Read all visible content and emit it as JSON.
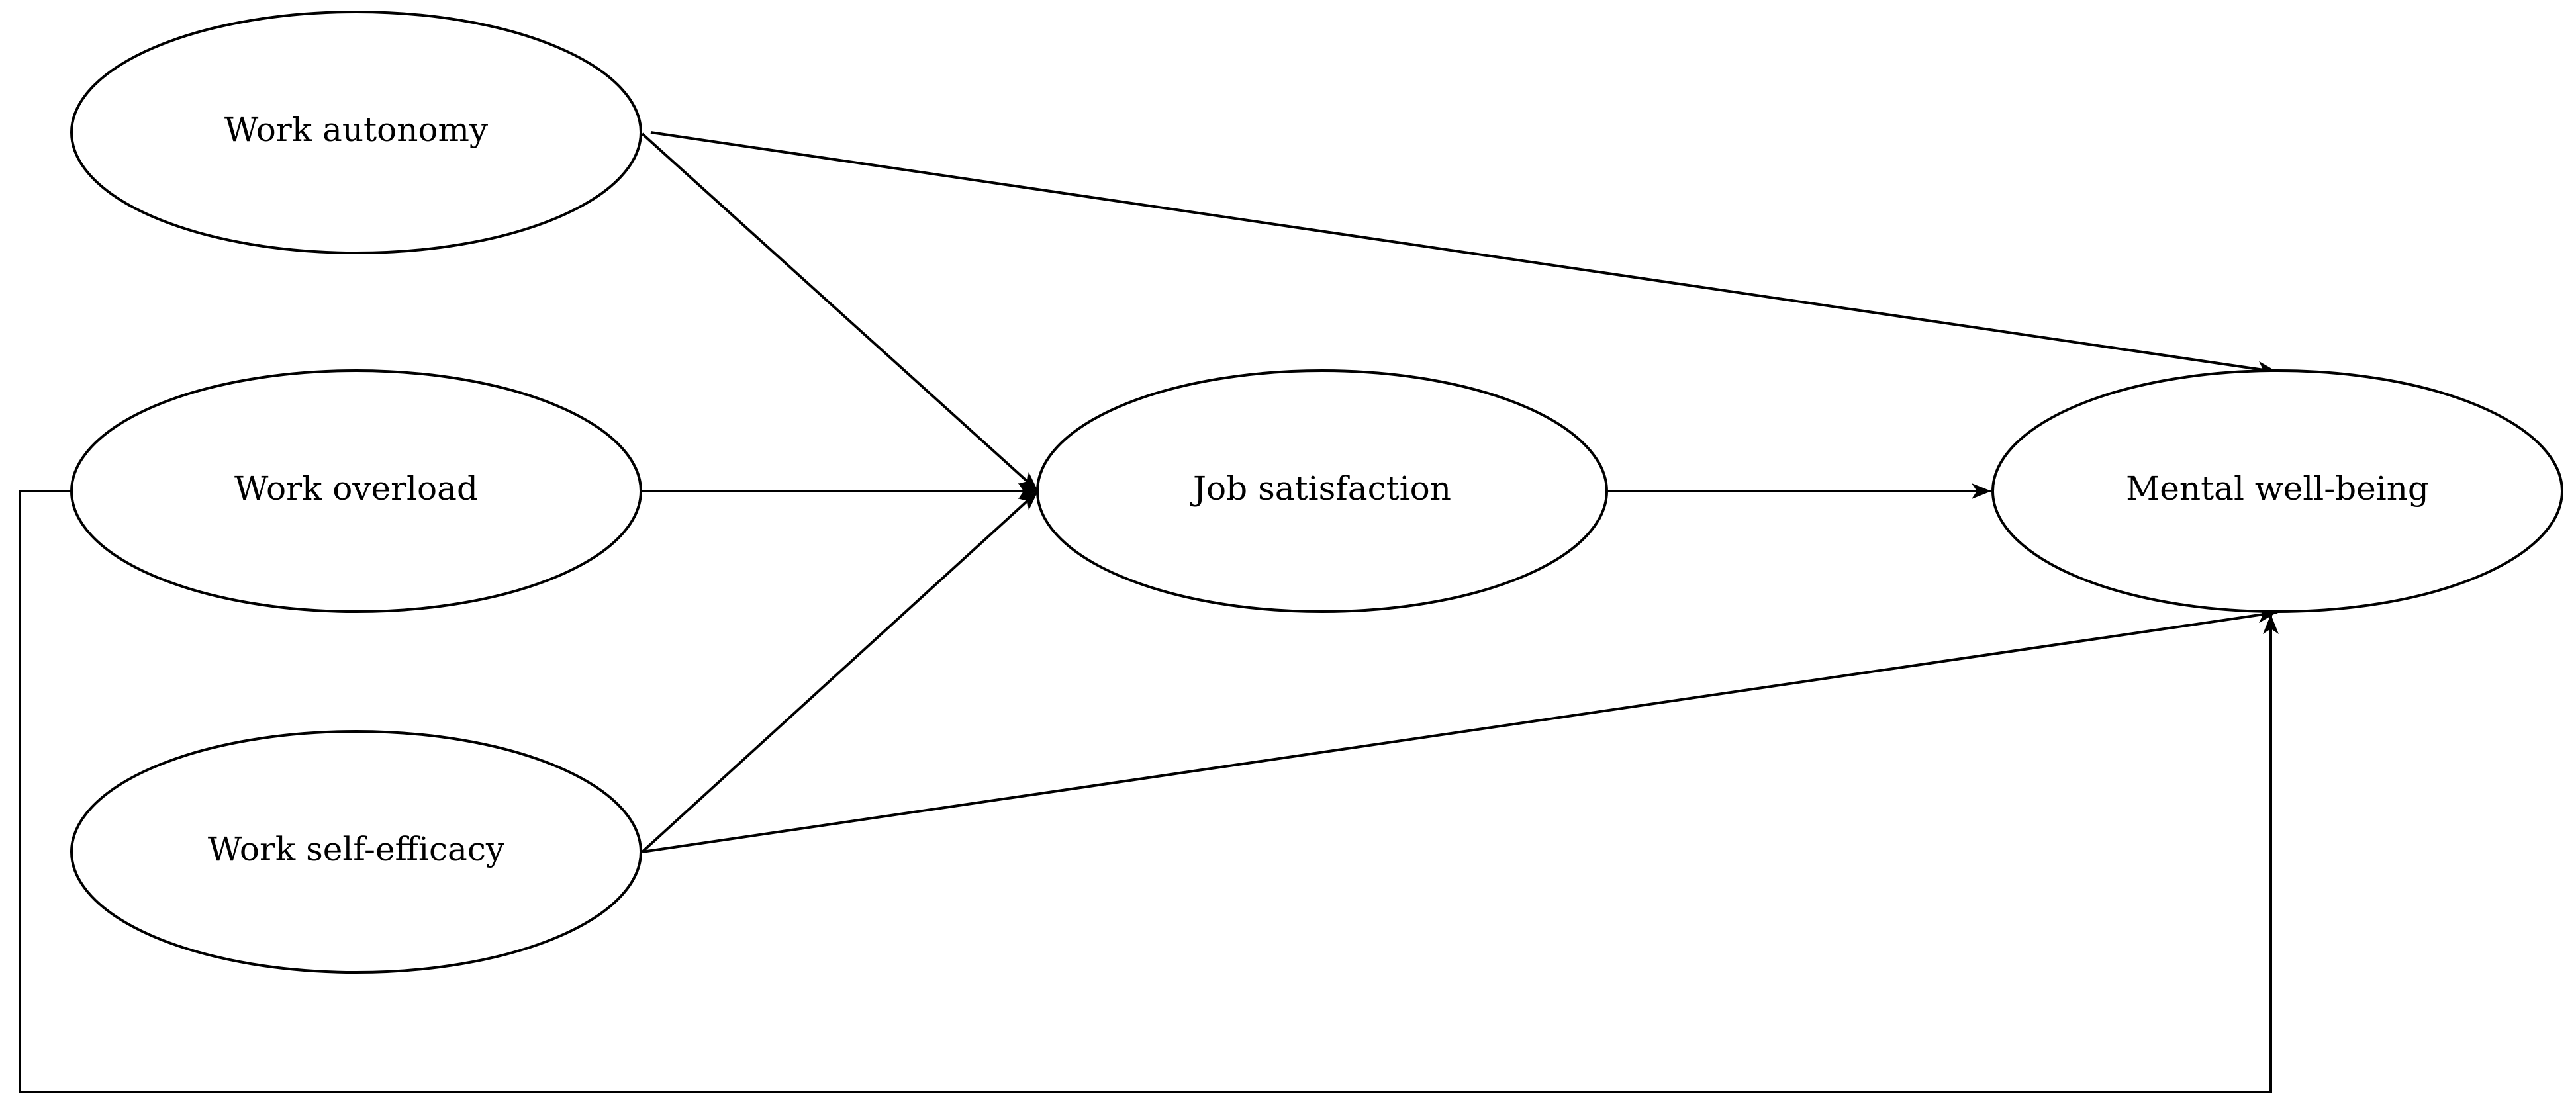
{
  "diagram": {
    "type": "path-model",
    "stroke_color": "#000000",
    "background_color": "#ffffff",
    "nodes": [
      {
        "id": "work-autonomy",
        "label": "Work autonomy"
      },
      {
        "id": "work-overload",
        "label": "Work overload"
      },
      {
        "id": "work-self-efficacy",
        "label": "Work self-efficacy"
      },
      {
        "id": "job-satisfaction",
        "label": "Job satisfaction"
      },
      {
        "id": "mental-well-being",
        "label": "Mental well-being"
      }
    ],
    "edges": [
      {
        "from": "work-autonomy",
        "to": "job-satisfaction"
      },
      {
        "from": "work-overload",
        "to": "job-satisfaction"
      },
      {
        "from": "work-self-efficacy",
        "to": "job-satisfaction"
      },
      {
        "from": "job-satisfaction",
        "to": "mental-well-being"
      },
      {
        "from": "work-autonomy",
        "to": "mental-well-being"
      },
      {
        "from": "work-self-efficacy",
        "to": "mental-well-being"
      },
      {
        "from": "work-overload",
        "to": "mental-well-being"
      }
    ]
  }
}
